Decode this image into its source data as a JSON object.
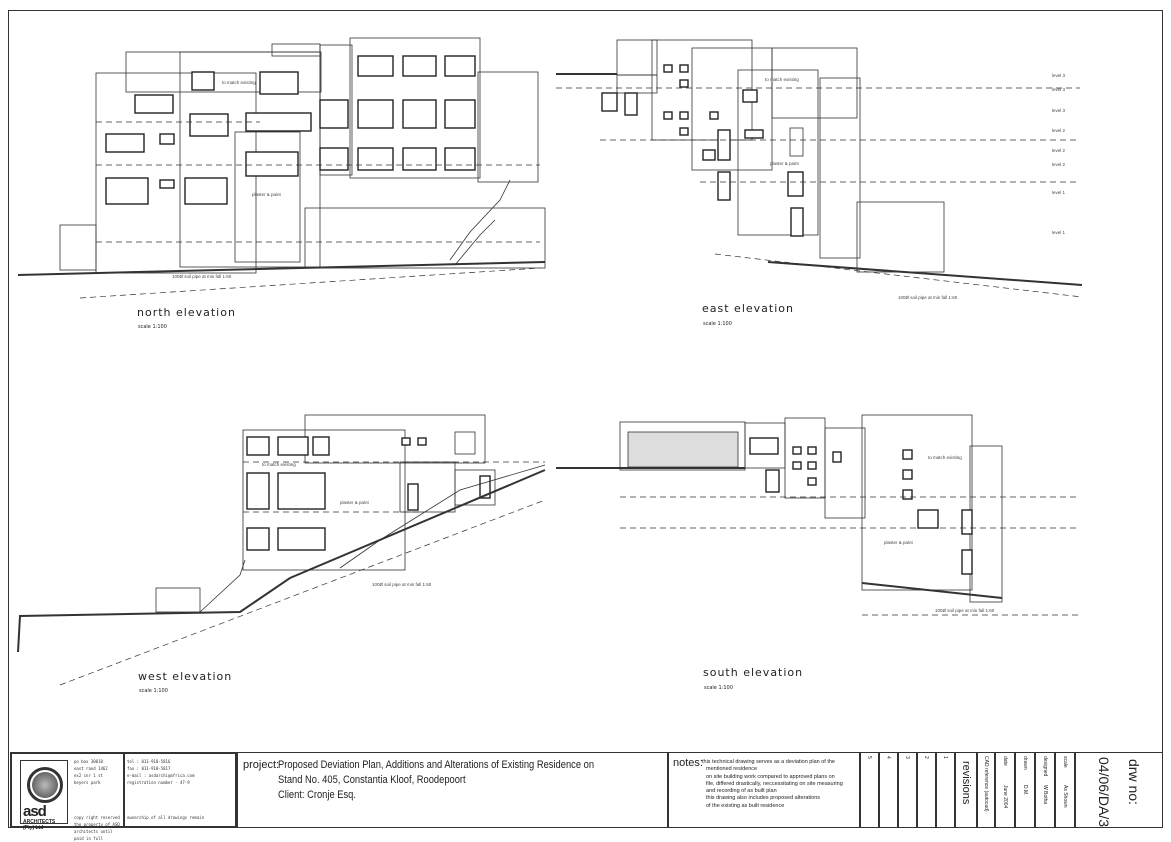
{
  "elevations": {
    "north": {
      "title": "north elevation",
      "scale": "scale 1:100",
      "note_match": "to match existing",
      "note_plaster": "plaster & paint",
      "note_pipe": "100Ø soil pipe at min fall 1:60"
    },
    "east": {
      "title": "east elevation",
      "scale": "scale 1:100",
      "note_match": "to match existing",
      "note_plaster": "plaster & paint",
      "note_pipe": "100Ø soil pipe at min fall 1:60",
      "levels": [
        "level 3",
        "level 3",
        "level 3",
        "level 2",
        "level 2",
        "level 2",
        "level 1",
        "level 1"
      ]
    },
    "west": {
      "title": "west elevation",
      "scale": "scale 1:100",
      "note_match": "to match existing",
      "note_plaster": "plaster & paint",
      "note_pipe": "100Ø soil pipe at min fall 1:60"
    },
    "south": {
      "title": "south elevation",
      "scale": "scale 1:100",
      "note_match": "to match existing",
      "note_plaster": "plaster & paint",
      "note_pipe": "100Ø soil pipe at min fall 1:60"
    }
  },
  "title_block": {
    "logo_text": "asd",
    "logo_subtext": "ARCHITECTS (Pty) Ltd",
    "contact_left": [
      "po box 30010",
      "east rand 1462",
      "ex2 cnr 1 st",
      "beyers park"
    ],
    "contact_right": [
      "tel : 011-918-5816",
      "fax : 011-918-5817",
      "e-mail : asdarchi@africa.com",
      "registration number - 47-9"
    ],
    "copyright": [
      "copy right reserved",
      "the property of ASD architects until paid in full"
    ],
    "ownership": "ownership of all drawings remain",
    "project_label": "project:",
    "project_lines": [
      "Proposed Deviation Plan, Additions and Alterations of Existing Residence on",
      "Stand No. 405, Constantia Kloof, Roodepoort",
      "Client: Cronje Esq."
    ],
    "notes_label": "notes:",
    "notes_lines": [
      "this technical drawing serves as a deviation plan of the",
      "mentioned residence",
      "on site building work compared to approved plans on",
      "file, differed drastically, neccessitating on site measuring",
      "and recording of as built plan",
      "this drawing also includes proposed alterations",
      "of the existing as built residence"
    ],
    "revision_numbers": [
      "5",
      "4",
      "3",
      "2",
      "1"
    ],
    "revisions_label": "revisions",
    "cad_label": "CAD reference (autocad) .",
    "date_label": "date",
    "date_value": "June 2004",
    "drawn_label": "drawn",
    "drawn_value": "D.M.",
    "designed_label": "designed",
    "designed_value": "W Botha",
    "scale_label": "scale",
    "scale_value": "As Shown",
    "drw_no_label": "drw no:",
    "drw_no_value": "04/06/DA/3"
  }
}
